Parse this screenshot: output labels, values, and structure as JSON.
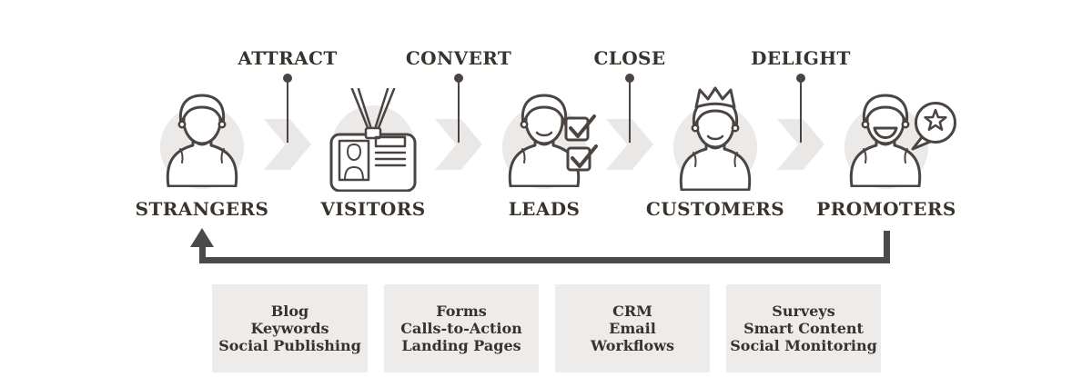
{
  "diagram": {
    "personas": [
      {
        "label": "STRANGERS",
        "icon": "person-icon"
      },
      {
        "label": "VISITORS",
        "icon": "id-badge-icon"
      },
      {
        "label": "LEADS",
        "icon": "person-checkboxes-icon"
      },
      {
        "label": "CUSTOMERS",
        "icon": "person-crown-icon"
      },
      {
        "label": "PROMOTERS",
        "icon": "person-speech-star-icon"
      }
    ],
    "stages": [
      {
        "label": "ATTRACT"
      },
      {
        "label": "CONVERT"
      },
      {
        "label": "CLOSE"
      },
      {
        "label": "DELIGHT"
      }
    ],
    "tool_boxes": [
      {
        "lines": [
          "Blog",
          "Keywords",
          "Social Publishing"
        ]
      },
      {
        "lines": [
          "Forms",
          "Calls-to-Action",
          "Landing Pages"
        ]
      },
      {
        "lines": [
          "CRM",
          "Email",
          "Workflows"
        ]
      },
      {
        "lines": [
          "Surveys",
          "Smart Content",
          "Social Monitoring"
        ]
      }
    ],
    "feedback_arrow": {
      "from": "PROMOTERS",
      "to": "STRANGERS"
    },
    "colors": {
      "ink": "#39332e",
      "icon_stroke": "#4a4542",
      "circle_bg": "#ebeae8",
      "chevron_bg": "#e9e8e6",
      "box_bg": "#edecea",
      "arrow": "#4c4a49"
    }
  }
}
